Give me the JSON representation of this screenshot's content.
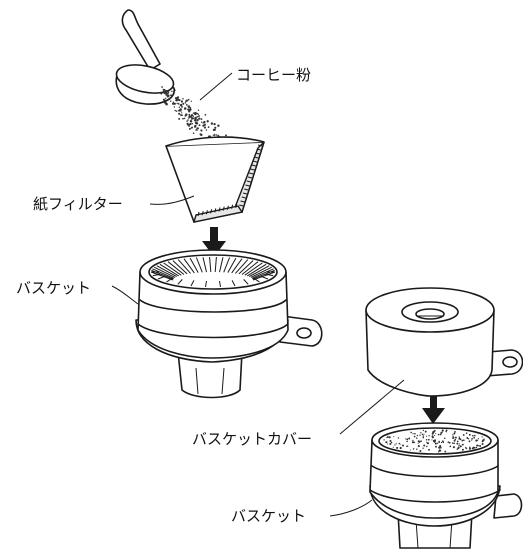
{
  "diagram": {
    "labels": {
      "coffee_powder": "コーヒー粉",
      "paper_filter": "紙フィルター",
      "basket_top": "バスケット",
      "basket_cover": "バスケットカバー",
      "basket_bottom": "バスケット"
    },
    "icons": {
      "scoop": "measuring-scoop-icon",
      "filter": "paper-filter-icon",
      "arrow": "down-arrow-icon",
      "basket": "basket-icon",
      "cover": "basket-cover-icon"
    }
  }
}
